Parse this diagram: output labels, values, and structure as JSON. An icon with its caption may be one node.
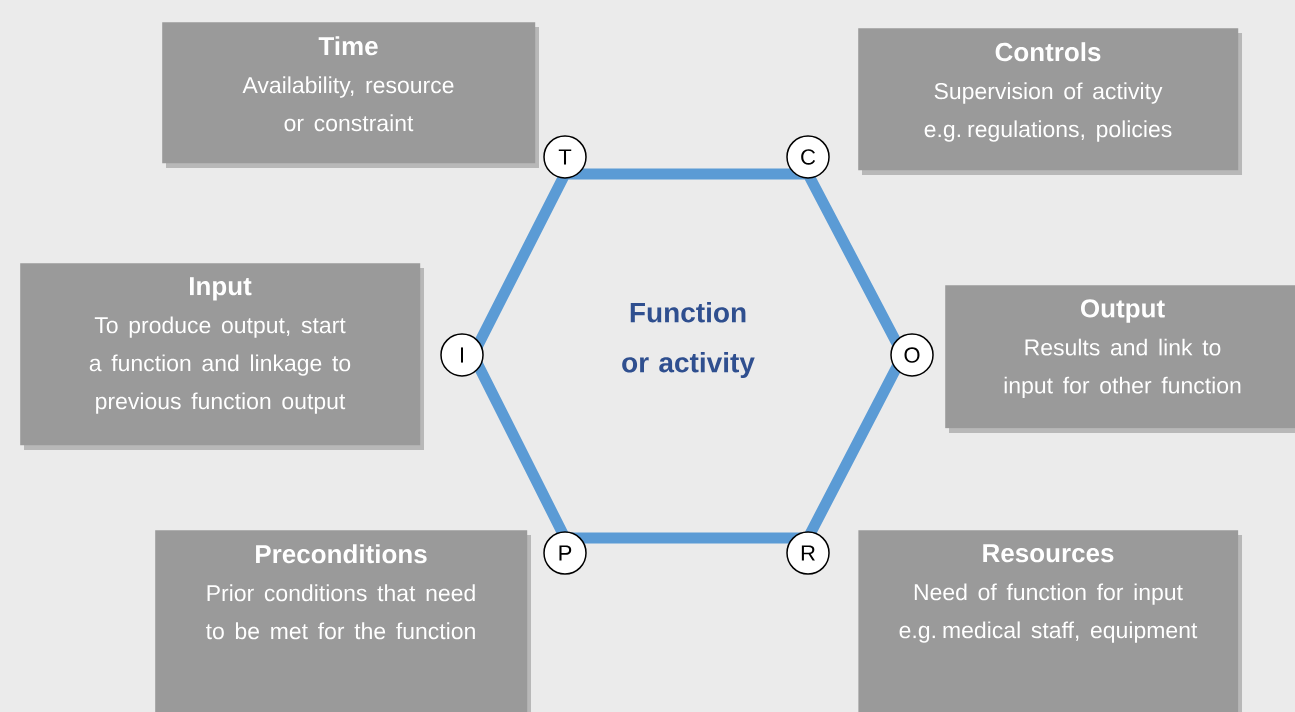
{
  "diagram": {
    "nodes": [
      {
        "text": [
          "Time",
          "Availability, resource or constraint"
        ]
      },
      {
        "text": [
          "Controls",
          "Supervision of activity e.g. regulations, policies"
        ]
      },
      {
        "text": [
          "T"
        ]
      },
      {
        "text": [
          "C"
        ]
      },
      {
        "text": [
          "Input",
          "To produce output, start a function and linkage to previous function output"
        ]
      },
      {
        "text": [
          "Function or activity"
        ]
      },
      {
        "text": [
          "I"
        ]
      },
      {
        "text": [
          "O"
        ]
      },
      {
        "text": [
          "Output",
          "Results and link to input for other function"
        ]
      },
      {
        "text": [
          "P"
        ]
      },
      {
        "text": [
          "R"
        ]
      },
      {
        "text": [
          "Preconditions",
          "Prior conditions that need to be met for the function"
        ]
      },
      {
        "text": [
          "Resources",
          "Need of function for input e.g. medical staff, equipment"
        ]
      }
    ]
  }
}
